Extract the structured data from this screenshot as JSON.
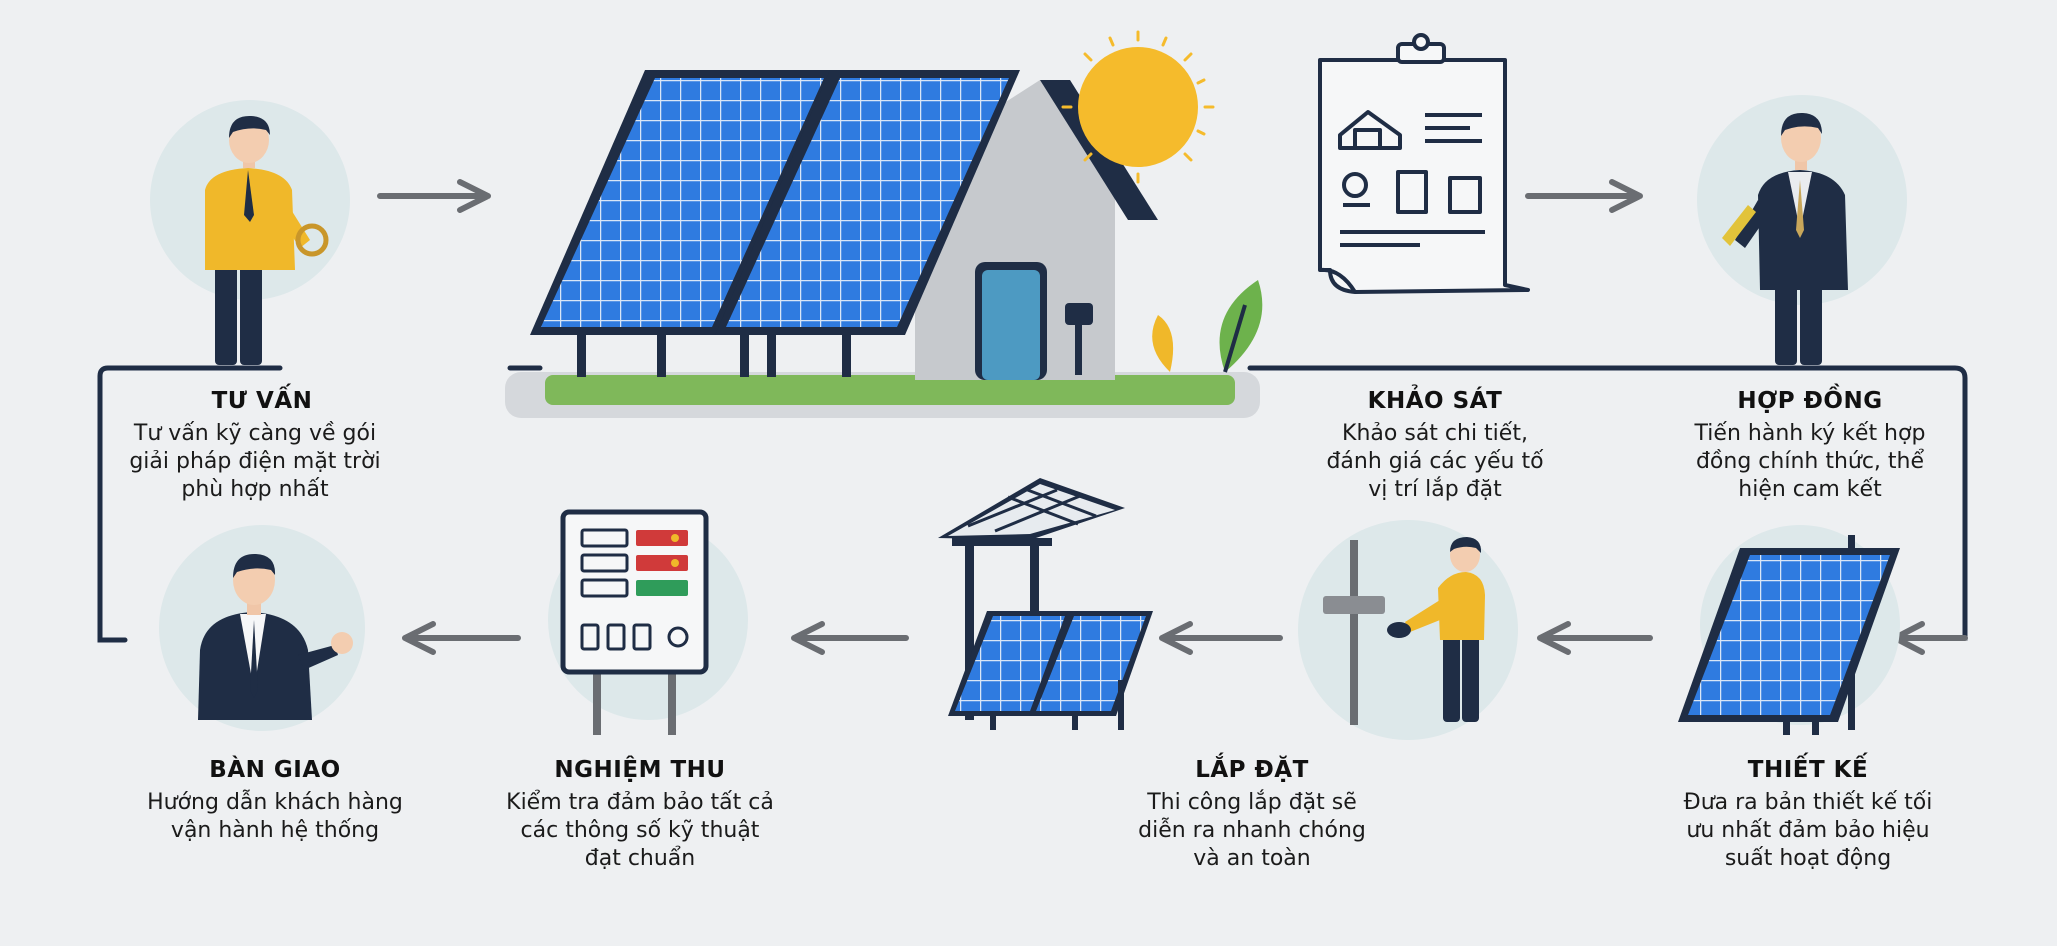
{
  "steps": {
    "tu_van": {
      "title": "TƯ VẤN",
      "desc": [
        "Tư vấn kỹ càng về gói",
        "giải pháp điện mặt trời",
        "phù hợp nhất"
      ]
    },
    "khao_sat": {
      "title": "KHẢO SÁT",
      "desc": [
        "Khảo sát chi tiết,",
        "đánh giá các yếu tố",
        "vị trí lắp đặt"
      ]
    },
    "hop_dong": {
      "title": "HỢP ĐỒNG",
      "desc": [
        "Tiến hành ký kết hợp",
        "đồng chính thức, thể",
        "hiện cam kết"
      ]
    },
    "thiet_ke": {
      "title": "THIẾT KẾ",
      "desc": [
        "Đưa ra bản thiết kế tối",
        "ưu nhất đảm bảo hiệu",
        "suất hoạt động"
      ]
    },
    "lap_dat": {
      "title": "LẮP ĐẶT",
      "desc": [
        "Thi công lắp đặt sẽ",
        "diễn ra nhanh chóng",
        "và an toàn"
      ]
    },
    "nghiem_thu": {
      "title": "NGHIỆM THU",
      "desc": [
        "Kiểm tra đảm bảo tất cả",
        "các thông số kỹ thuật",
        "đạt chuẩn"
      ]
    },
    "ban_giao": {
      "title": "BÀN GIAO",
      "desc": [
        "Hướng dẫn khách hàng",
        "vận hành hệ thống"
      ]
    }
  },
  "colors": {
    "navy": "#1f2d45",
    "panel": "#2f7be0",
    "panel_light": "#5aa3f2",
    "sun": "#f5bb2c",
    "yellow_shirt": "#f0b82a",
    "grass": "#7fb85a",
    "arrow": "#6a6d72",
    "circle": "#dde8ea"
  },
  "icons": [
    "consultant-person-icon",
    "solar-house-icon",
    "sun-icon",
    "blueprint-icon",
    "contract-person-icon",
    "solar-panel-stand-icon",
    "technician-icon",
    "solar-carport-icon",
    "inverter-cabinet-icon",
    "handover-person-icon",
    "arrow-icon"
  ]
}
